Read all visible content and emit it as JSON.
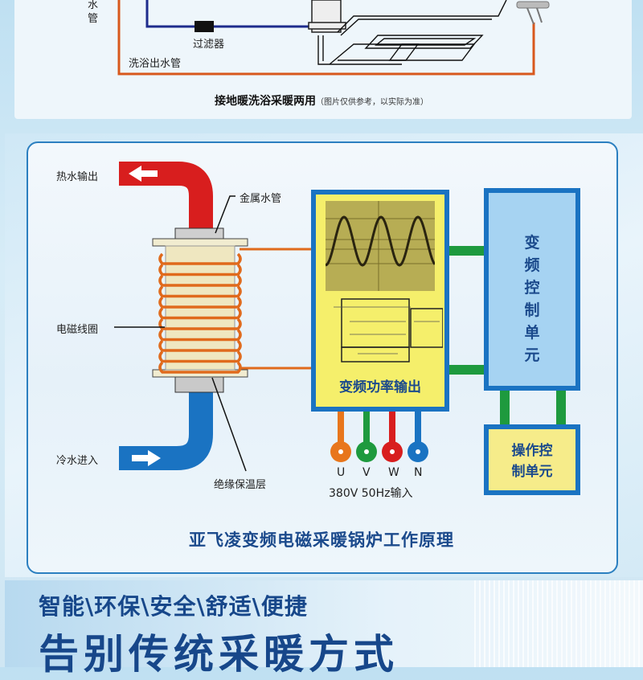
{
  "top_section": {
    "labels": {
      "water_pipe_vertical": "水\n管",
      "filter": "过滤器",
      "bath_outlet_pipe": "洗浴出水管"
    },
    "caption_main": "接地暖洗浴采暖两用",
    "caption_note": "（图片仅供参考，以实际为准）"
  },
  "diagram": {
    "hot_water_out": "热水输出",
    "metal_pipe": "金属水管",
    "coil": "电磁线圈",
    "cold_water_in": "冷水进入",
    "insulation": "绝缘保温层",
    "power_output_unit": "变频功率输出",
    "freq_control_unit": "变频控制单元",
    "operation_control_unit": "操作控制单元",
    "terminals": [
      {
        "label": "U",
        "color": "#e8761c"
      },
      {
        "label": "V",
        "color": "#1e9a3e"
      },
      {
        "label": "W",
        "color": "#d81e1e"
      },
      {
        "label": "N",
        "color": "#1a73c2"
      }
    ],
    "power_spec": "380V  50Hz输入",
    "title": "亚飞凌变频电磁采暖锅炉工作原理"
  },
  "colors": {
    "hot_pipe": "#d81e1e",
    "cold_pipe": "#1a73c2",
    "coil": "#e06a1c",
    "signal_line": "#1e9a3e",
    "box_border": "#1a73c2",
    "title_blue": "#1b4a8c"
  },
  "bottom_banner": {
    "slogan": "智能\\环保\\安全\\舒适\\便捷",
    "headline": "告别传统采暖方式"
  }
}
